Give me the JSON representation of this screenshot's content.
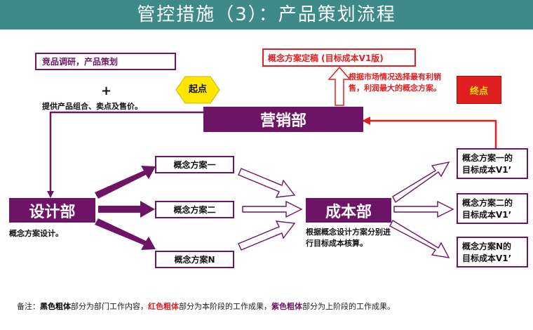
{
  "title": "管控措施（3）：产品策划流程",
  "research_label": "竞品调研，产品策划",
  "plus_sign": "+",
  "provide_text": "提供产品组合、卖点及售价。",
  "start_label": "起点",
  "marketing_label": "营销部",
  "final_label": "概念方案定稿 (目标成本V1版)",
  "select_note_line1": "根据市场情况选择最有利销",
  "select_note_line2": "售，利润最大的概念方案。",
  "end_label": "终点",
  "design_label": "设计部",
  "design_note": "概念方案设计。",
  "concepts": [
    "概念方案一",
    "概念方案二",
    "概念方案N"
  ],
  "cost_label": "成本部",
  "cost_note_line1": "根据概念设计方案分别进",
  "cost_note_line2": "行目标成本核算。",
  "targets": [
    {
      "line1": "概念方案一的",
      "line2": "目标成本V1’"
    },
    {
      "line1": "概念方案二的",
      "line2": "目标成本V1’"
    },
    {
      "line1": "概念方案N的",
      "line2": "目标成本V1’"
    }
  ],
  "note": {
    "prefix": "备注：",
    "black_bold": "黑色粗体",
    "part1": "部分为部门工作内容，",
    "red_bold": "红色粗体",
    "part2": "部分为本阶段的工作成果，",
    "purple_bold": "紫色粗体",
    "part3": "部分为上阶段的工作成果。"
  },
  "colors": {
    "title_bar": "#3e8a88",
    "purple": "#6e1467",
    "red": "#e02020",
    "start_yellow": "#ffe600",
    "end_red": "#e02020"
  }
}
